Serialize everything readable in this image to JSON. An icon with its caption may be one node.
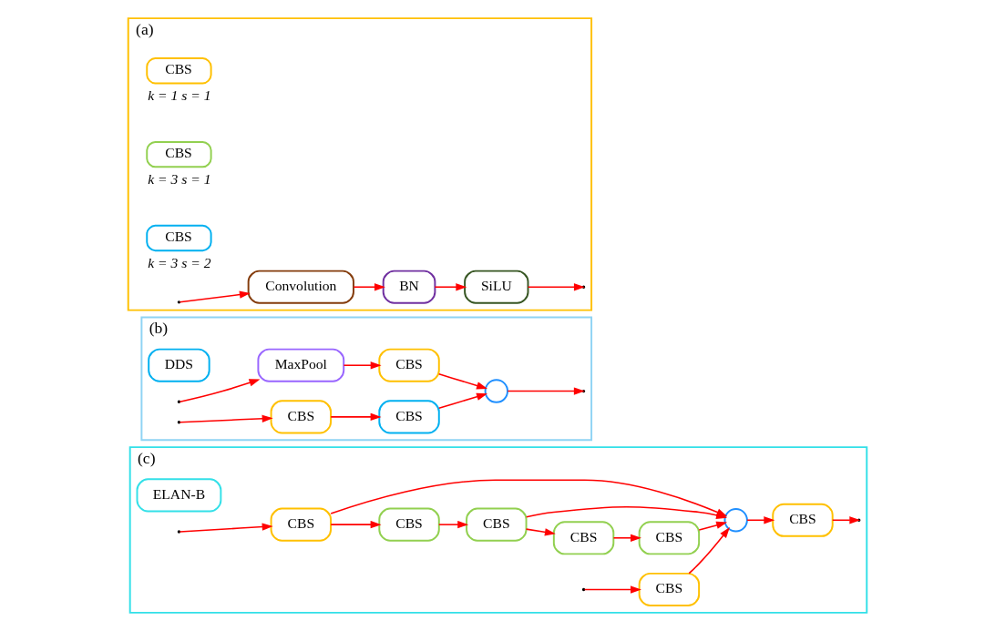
{
  "diagram": {
    "nodes": [
      {
        "text": [
          "(a)"
        ]
      },
      {
        "text": [
          "CBS"
        ],
        "in": 0,
        "beside": [
          "k = 1 s = 1"
        ]
      },
      {
        "text": [
          "CBS"
        ],
        "in": 0,
        "beside": [
          "k = 3 s = 1"
        ]
      },
      {
        "text": [
          "CBS"
        ],
        "in": 0,
        "beside": [
          "k = 3 s = 2"
        ]
      },
      {
        "text": [
          "Convolution"
        ],
        "in": 0
      },
      {
        "text": [
          "BN"
        ],
        "in": 0
      },
      {
        "text": [
          "SiLU"
        ],
        "in": 0
      },
      {
        "text": [
          "(b)"
        ]
      },
      {
        "text": [
          "DDS"
        ],
        "in": 7
      },
      {
        "text": [
          "MaxPool"
        ],
        "in": 7
      },
      {
        "text": [
          "CBS"
        ],
        "in": 7
      },
      {
        "text": [
          "CBS"
        ],
        "in": 7
      },
      {
        "text": [
          "CBS"
        ],
        "in": 7
      },
      {
        "text": [],
        "shape": "circle",
        "in": 7
      },
      {
        "text": [
          "(c)"
        ]
      },
      {
        "text": [
          "ELAN-B"
        ],
        "in": 14
      },
      {
        "text": [
          "CBS"
        ],
        "in": 14
      },
      {
        "text": [
          "CBS"
        ],
        "in": 14
      },
      {
        "text": [
          "CBS"
        ],
        "in": 14
      },
      {
        "text": [
          "CBS"
        ],
        "in": 14
      },
      {
        "text": [
          "CBS"
        ],
        "in": 14
      },
      {
        "text": [],
        "shape": "circle",
        "in": 14
      },
      {
        "text": [
          "CBS"
        ],
        "in": 14
      },
      {
        "text": [
          "CBS"
        ],
        "in": 14
      }
    ],
    "edges": [
      {
        "from": null,
        "to": 4,
        "arrow": "to"
      },
      {
        "from": 4,
        "to": 5,
        "arrow": "to"
      },
      {
        "from": 5,
        "to": 6,
        "arrow": "to"
      },
      {
        "from": 6,
        "to": null,
        "arrow": "to"
      },
      {
        "from": null,
        "to": 9,
        "arrow": "to"
      },
      {
        "from": null,
        "to": 11,
        "arrow": "to"
      },
      {
        "from": 9,
        "to": 10,
        "arrow": "to"
      },
      {
        "from": 11,
        "to": 12,
        "arrow": "to"
      },
      {
        "from": 10,
        "to": 13,
        "arrow": "to"
      },
      {
        "from": 12,
        "to": 13,
        "arrow": "to"
      },
      {
        "from": 13,
        "to": null,
        "arrow": "to"
      },
      {
        "from": null,
        "to": 16,
        "arrow": "to"
      },
      {
        "from": null,
        "to": 23,
        "arrow": "to"
      },
      {
        "from": 16,
        "to": 17,
        "arrow": "to"
      },
      {
        "from": 17,
        "to": 18,
        "arrow": "to"
      },
      {
        "from": 18,
        "to": 19,
        "arrow": "to"
      },
      {
        "from": 19,
        "to": 20,
        "arrow": "to"
      },
      {
        "from": 20,
        "to": 21,
        "arrow": "to"
      },
      {
        "from": 16,
        "to": 21,
        "arrow": "to"
      },
      {
        "from": 18,
        "to": 21,
        "arrow": "to"
      },
      {
        "from": 23,
        "to": 21,
        "arrow": "to"
      },
      {
        "from": 21,
        "to": 22,
        "arrow": "to"
      },
      {
        "from": 22,
        "to": null,
        "arrow": "to"
      }
    ]
  }
}
